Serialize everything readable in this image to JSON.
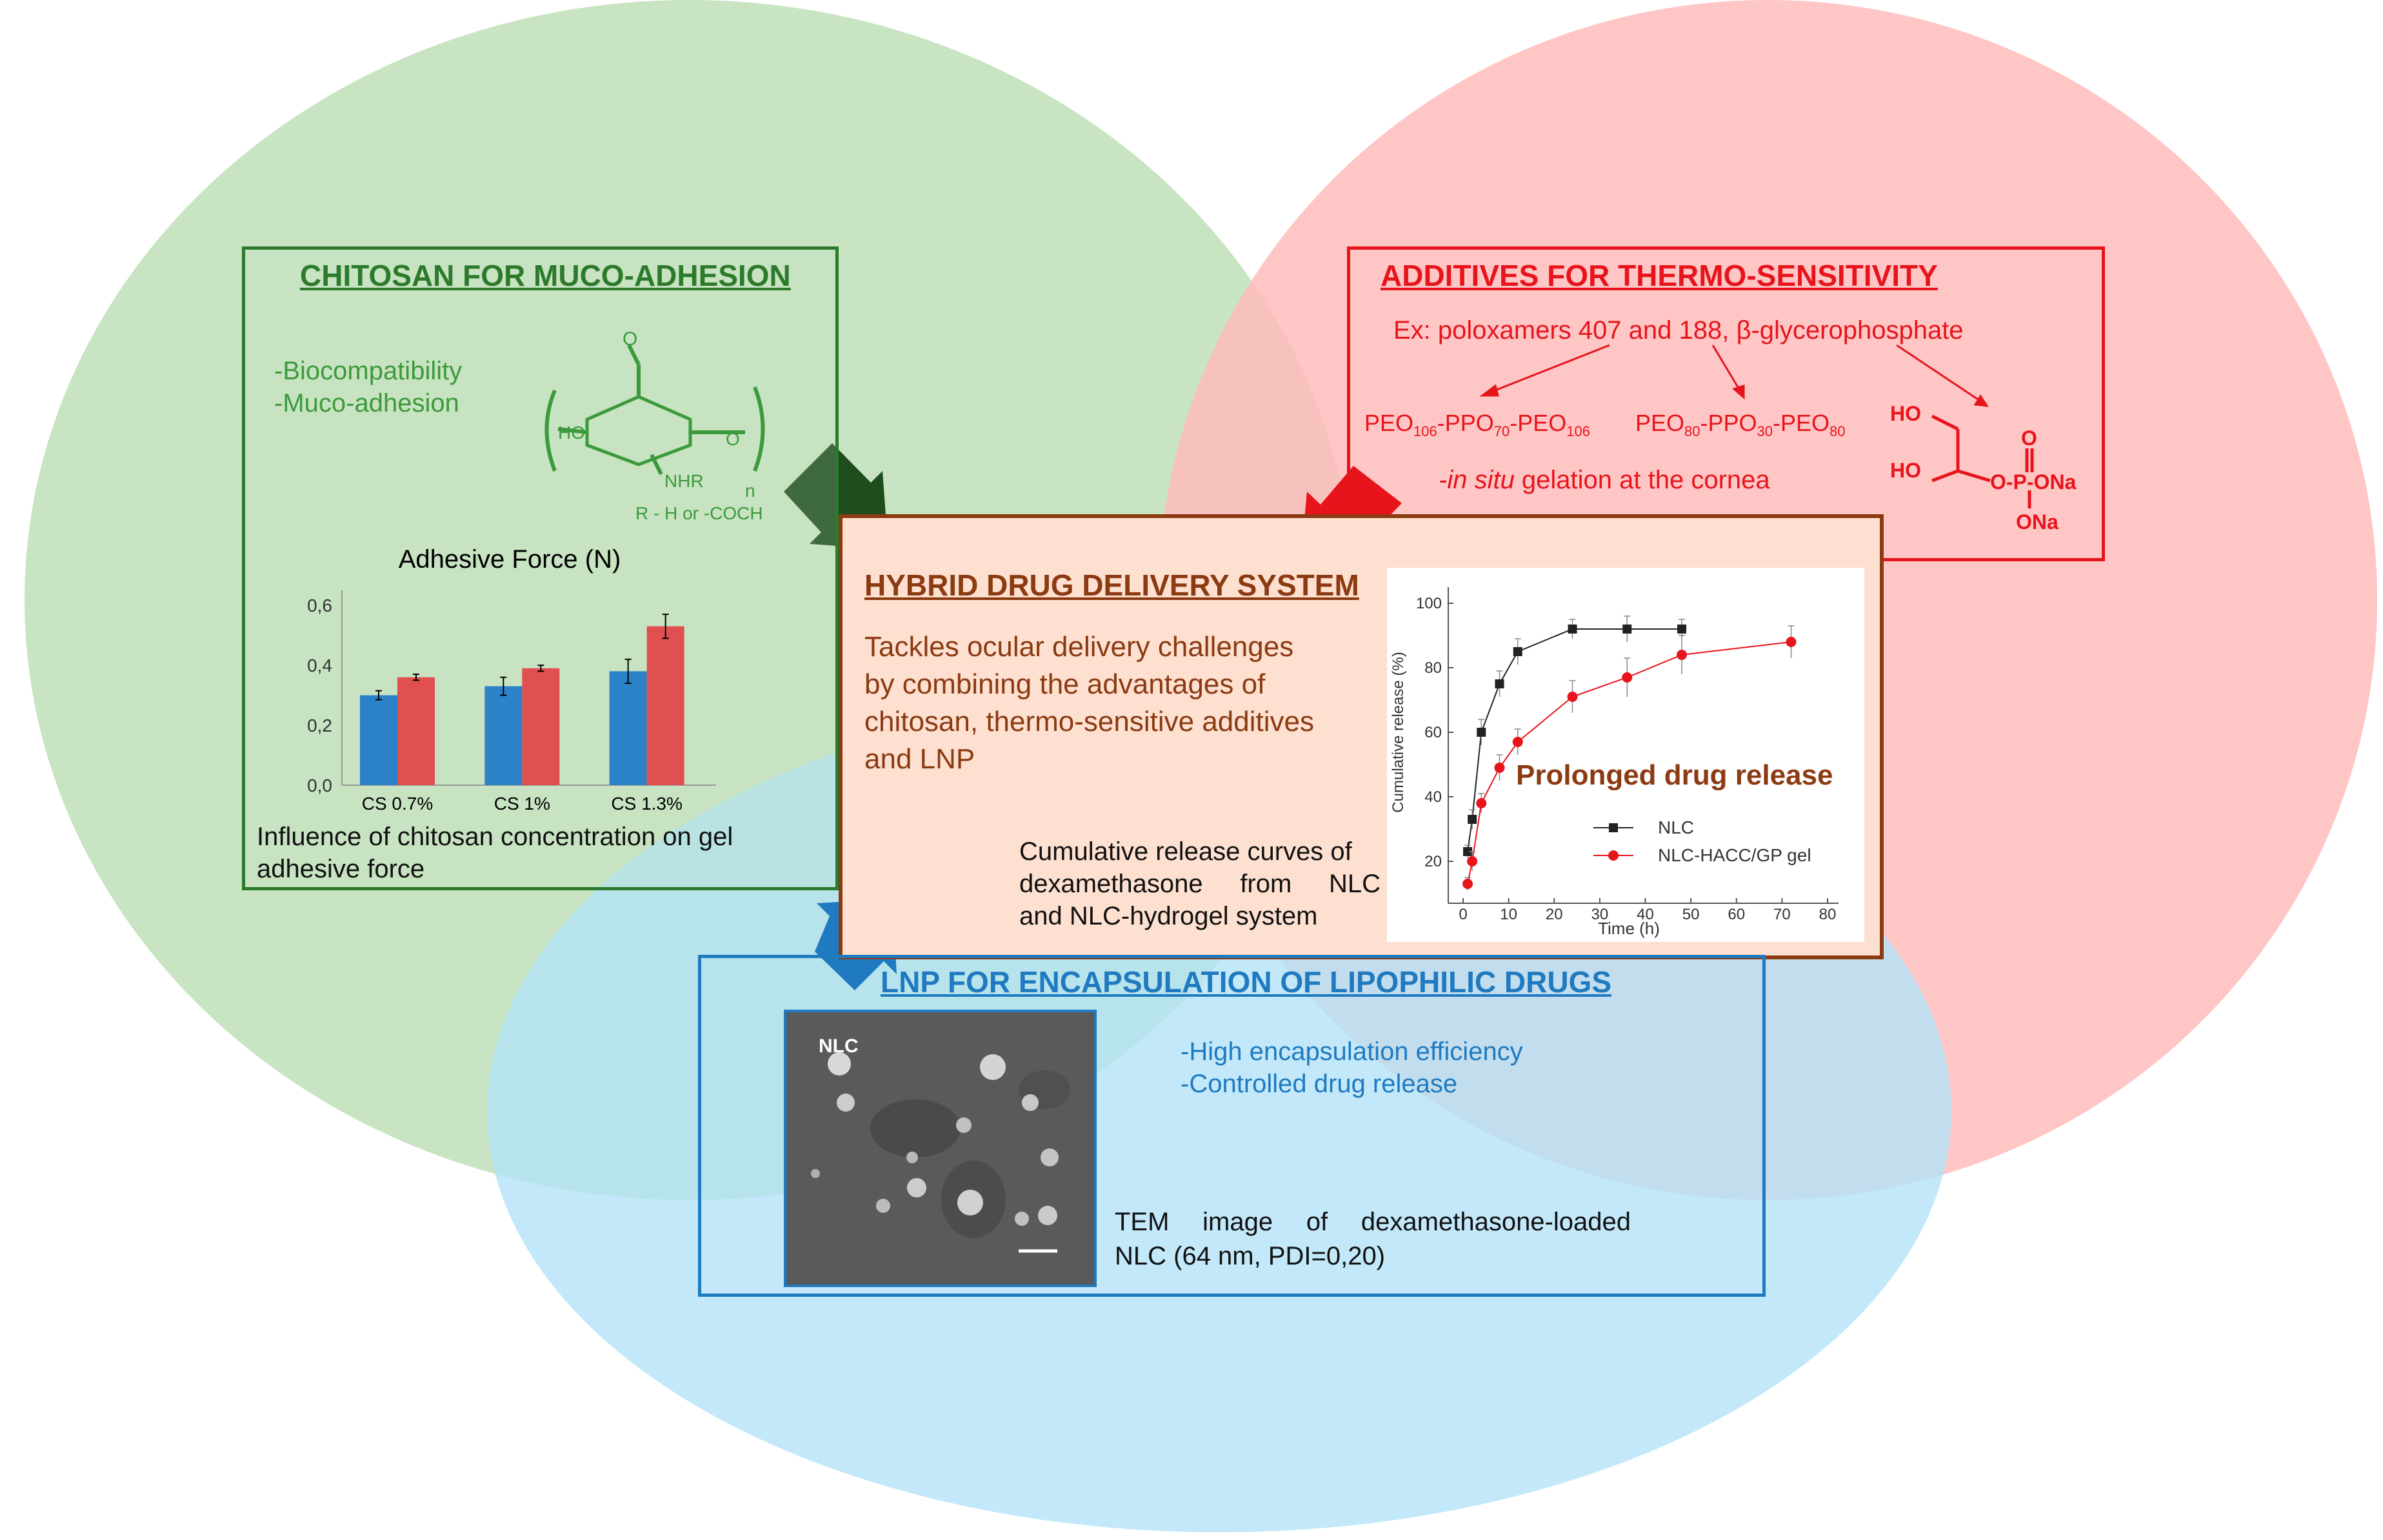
{
  "colors": {
    "green_circle": "#c5e3bf",
    "red_circle": "#ffbdbd",
    "blue_circle": "#b3e2f7",
    "green": "#2c7a2c",
    "dark_green": "#1e4d1e",
    "red": "#e8141c",
    "blue": "#1f7ac0",
    "brown": "#8b3a12",
    "center_fill": "#fde0d0",
    "bar_blue": "#2b82c9",
    "bar_red": "#e05050"
  },
  "chitosan": {
    "title": "CHITOSAN FOR MUCO-ADHESION",
    "bullet1": "-Biocompatibility",
    "bullet2": "-Muco-adhesion",
    "chem": {
      "o_top": "O",
      "ho": "HO",
      "nhr": "NHR",
      "o_ring": "O",
      "n": "n",
      "r": "R - H or -COCH"
    },
    "caption_line1": "Influence of chitosan concentration on gel",
    "caption_line2": "adhesive force"
  },
  "additives": {
    "title": "ADDITIVES FOR THERMO-SENSITIVITY",
    "examples": "Ex: poloxamers 407 and 188, β-glycerophosphate",
    "poly1": {
      "a": "PEO",
      "a_sub": "106",
      "b": "-PPO",
      "b_sub": "70",
      "c": "-PEO",
      "c_sub": "106"
    },
    "poly2": {
      "a": "PEO",
      "a_sub": "80",
      "b": "-PPO",
      "b_sub": "30",
      "c": "-PEO",
      "c_sub": "80"
    },
    "gelation_italic": "-in situ",
    "gelation_rest": " gelation at the cornea",
    "chem": {
      "ho1": "HO",
      "ho2": "HO",
      "o_dbl": "O",
      "p": "O-P-ONa",
      "ona": "ONa"
    }
  },
  "hybrid": {
    "title": "HYBRID DRUG DELIVERY SYSTEM",
    "desc_line1": "Tackles ocular delivery challenges",
    "desc_line2": "by combining the advantages of",
    "desc_line3": "chitosan, thermo-sensitive additives",
    "desc_line4": "and LNP",
    "caption_line1": "Cumulative release curves of",
    "caption_line2": "dexamethasone from NLC",
    "caption_line3": "and NLC-hydrogel system",
    "prolonged": "Prolonged drug release"
  },
  "lnp": {
    "title": "LNP FOR ENCAPSULATION OF LIPOPHILIC DRUGS",
    "bullet1": "-High encapsulation efficiency",
    "bullet2": "-Controlled drug release",
    "tem_label": "NLC",
    "caption_line1": "TEM image of dexamethasone-loaded",
    "caption_line2": "NLC (64 nm, PDI=0,20)"
  },
  "chart_data": [
    {
      "type": "bar",
      "title": "Adhesive Force (N)",
      "categories": [
        "CS 0.7%",
        "CS 1%",
        "CS 1.3%"
      ],
      "series": [
        {
          "color": "#2b82c9",
          "values": [
            0.3,
            0.33,
            0.38
          ],
          "errors": [
            0.015,
            0.03,
            0.04
          ]
        },
        {
          "color": "#e05050",
          "values": [
            0.36,
            0.39,
            0.53
          ],
          "errors": [
            0.01,
            0.01,
            0.04
          ]
        }
      ],
      "yticks": [
        "0,0",
        "0,2",
        "0,4",
        "0,6"
      ],
      "ylim": [
        0,
        0.65
      ]
    },
    {
      "type": "line",
      "xlabel": "Time (h)",
      "ylabel": "Cumulative release (%)",
      "xticks": [
        0,
        10,
        20,
        30,
        40,
        50,
        60,
        70,
        80
      ],
      "yticks": [
        20,
        40,
        60,
        80,
        100
      ],
      "xlim": [
        0,
        80
      ],
      "ylim": [
        10,
        100
      ],
      "series": [
        {
          "name": "NLC",
          "color": "#222222",
          "marker": "square",
          "x": [
            1,
            2,
            4,
            8,
            12,
            24,
            36,
            48
          ],
          "y": [
            23,
            33,
            60,
            75,
            85,
            92,
            92,
            92
          ],
          "err": [
            2,
            3,
            4,
            4,
            4,
            3,
            4,
            3
          ]
        },
        {
          "name": "NLC-HACC/GP gel",
          "color": "#e8141c",
          "marker": "circle",
          "x": [
            1,
            2,
            4,
            8,
            12,
            24,
            36,
            48,
            72
          ],
          "y": [
            13,
            20,
            38,
            49,
            57,
            71,
            77,
            84,
            88
          ],
          "err": [
            2,
            3,
            3,
            4,
            4,
            5,
            6,
            6,
            5
          ]
        }
      ]
    }
  ]
}
